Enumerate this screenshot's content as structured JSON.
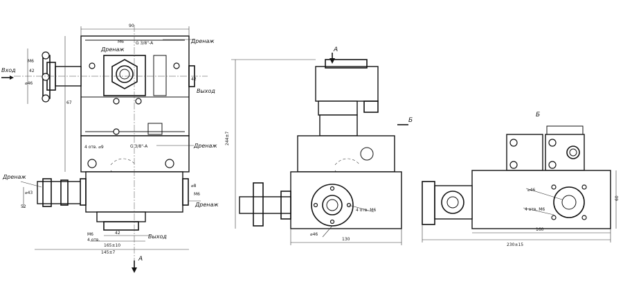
{
  "views": {
    "front": {
      "labels": {
        "drain_top_right": "Дренаж",
        "drain_top_inner": "Дренаж",
        "drain_mid": "Дренаж",
        "drain_left": "Дренаж",
        "drain_bottom_right": "Дренаж",
        "inlet": "Вход",
        "outlet_right": "Выход",
        "outlet_bottom": "Выход"
      },
      "dims": {
        "top_width": "90",
        "thread_top": "G 3/8\"-А",
        "thread_mid": "G 3/8\"-А",
        "m6_a": "М6",
        "m6_b": "М6",
        "m6_c": "М6",
        "holes_a": "4 отв. ⌀9",
        "holes_b": "4 отв.",
        "d42_a": "42",
        "d42_b": "42",
        "d42_c": "42",
        "d46": "⌀46",
        "d48": "⌀8",
        "bottom_len": "165±10",
        "side_len": "145±7",
        "vert_67": "67",
        "h52": "52",
        "m6_left": "М6",
        "d43": "⌀43"
      },
      "section_label": "А"
    },
    "side_a": {
      "title": "А",
      "arrow_label": "Б",
      "dims": {
        "height": "244±7",
        "width": "130",
        "holes": "4 отв. М6",
        "d46": "⌀46"
      }
    },
    "side_b": {
      "title": "Б",
      "dims": {
        "d46": "⌀46",
        "holes": "4 отв. М6",
        "width_160": "160",
        "total": "230±15",
        "height_60": "60"
      }
    }
  }
}
